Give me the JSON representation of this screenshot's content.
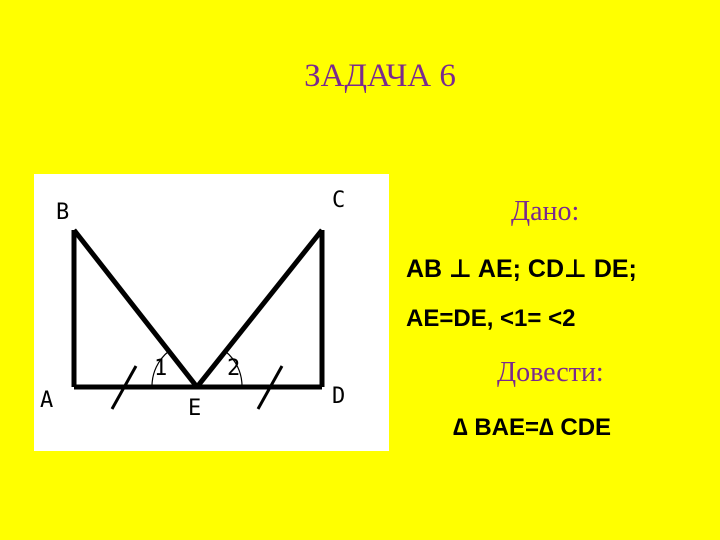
{
  "title": "ЗАДАЧА 6",
  "diagram": {
    "point_b": "B",
    "point_c": "C",
    "point_a": "A",
    "point_e": "E",
    "point_d": "D",
    "angle_1": "1",
    "angle_2": "2",
    "line_color": "#000000"
  },
  "given": {
    "heading": "Дано:",
    "line1": "AB ⊥ AE; CD⊥ DE;",
    "line2": "AE=DE, <1= <2"
  },
  "prove": {
    "heading": "Довести:",
    "line1": "∆ BAE=∆ CDE"
  },
  "colors": {
    "background": "#ffff00",
    "heading": "#7a2a8e",
    "text": "#000000"
  }
}
